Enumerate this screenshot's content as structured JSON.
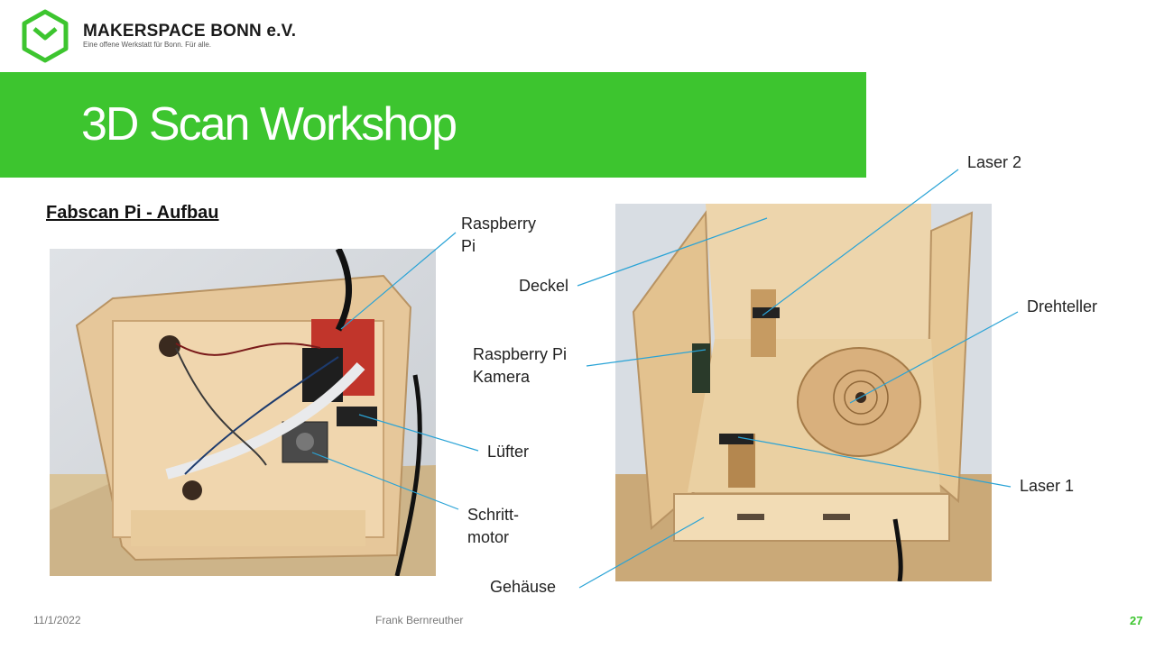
{
  "brand": {
    "name": "MAKERSPACE BONN e.V.",
    "tagline": "Eine offene Werkstatt für Bonn. Für alle.",
    "color": "#3dc52f"
  },
  "slide": {
    "title": "3D Scan Workshop",
    "subtitle": "Fabscan Pi - Aufbau"
  },
  "labels": {
    "raspberry_pi": "Raspberry\nPi",
    "luefter": "Lüfter",
    "schrittmotor": "Schritt-\nmotor",
    "deckel": "Deckel",
    "raspberry_pi_kamera": "Raspberry  Pi\nKamera",
    "gehaeuse": "Gehäuse",
    "laser_2": "Laser 2",
    "drehteller": "Drehteller",
    "laser_1": "Laser 1"
  },
  "callout_color": "#29a3d6",
  "footer": {
    "date": "11/1/2022",
    "author": "Frank Bernreuther",
    "page": "27"
  }
}
